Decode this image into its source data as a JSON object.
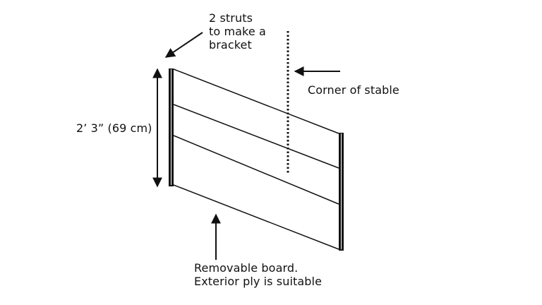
{
  "diagram": {
    "labels": {
      "struts": [
        "2 struts",
        "to make a",
        "bracket"
      ],
      "corner": "Corner of stable",
      "height": "2’ 3” (69 cm)",
      "board": [
        "Removable board.",
        "Exterior ply is suitable"
      ]
    },
    "colors": {
      "ink": "#111111",
      "background": "#ffffff"
    }
  }
}
